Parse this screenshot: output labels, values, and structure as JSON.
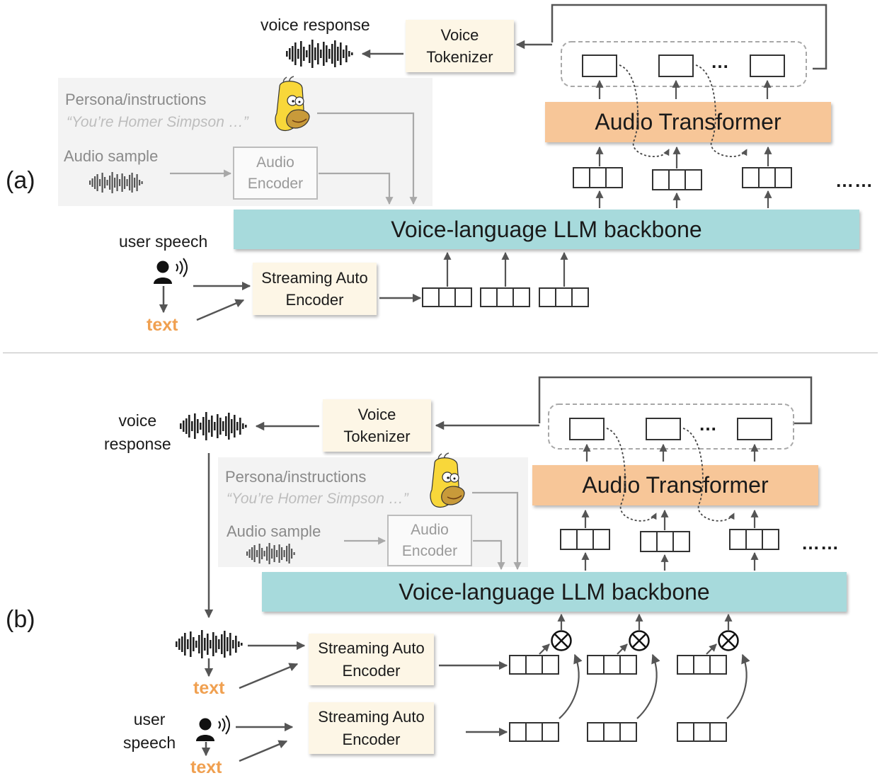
{
  "panel_a": {
    "label": "(a)",
    "voice_response_label": "voice response",
    "voice_tokenizer_label": "Voice\nTokenizer",
    "audio_transformer_label": "Audio Transformer",
    "backbone_label": "Voice-language LLM backbone",
    "persona_title": "Persona/instructions",
    "persona_quote": "“You’re Homer Simpson …”",
    "audio_sample_label": "Audio sample",
    "audio_encoder_label": "Audio\nEncoder",
    "user_speech_label": "user speech",
    "text_label": "text",
    "streaming_encoder_label": "Streaming Auto\nEncoder",
    "output_dots": "…",
    "continuation_dots": "……"
  },
  "panel_b": {
    "label": "(b)",
    "voice_response_label": "voice\nresponse",
    "voice_tokenizer_label": "Voice\nTokenizer",
    "audio_transformer_label": "Audio Transformer",
    "backbone_label": "Voice-language LLM backbone",
    "persona_title": "Persona/instructions",
    "persona_quote": "“You’re Homer Simpson …”",
    "audio_sample_label": "Audio sample",
    "audio_encoder_label": "Audio\nEncoder",
    "streaming_encoder_top_label": "Streaming Auto\nEncoder",
    "text_label_top": "text",
    "user_speech_label": "user\nspeech",
    "text_label_bottom": "text",
    "streaming_encoder_bottom_label": "Streaming Auto\nEncoder",
    "output_dots": "…",
    "continuation_dots": "……"
  },
  "colors": {
    "cream": "#fdf6e6",
    "orange": "#f7c698",
    "teal": "#a7dadc",
    "text_accent": "#f0a050",
    "persona_bg": "#f3f3f3"
  },
  "icons": [
    "waveform-icon",
    "speaker-icon",
    "homer-icon",
    "multiply-icon",
    "token-block-icon"
  ]
}
